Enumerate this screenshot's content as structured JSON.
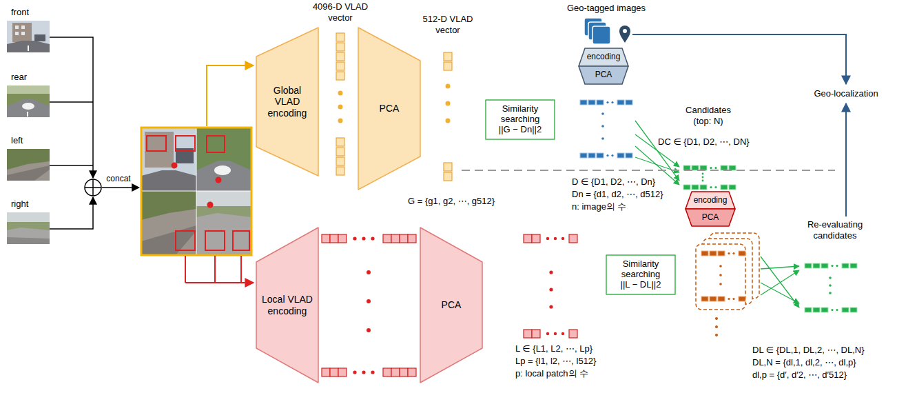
{
  "diagram": {
    "nodes": [
      {
        "text": [
          "Global VLAD encoding"
        ]
      },
      {
        "text": [
          "PCA"
        ]
      },
      {
        "text": [
          "Similarity searching",
          "||G − Dn||2"
        ]
      },
      {
        "text": [
          "encoding"
        ]
      },
      {
        "text": [
          "PCA"
        ]
      },
      {
        "text": [
          "Local VLAD encoding"
        ]
      },
      {
        "text": [
          "PCA"
        ]
      },
      {
        "text": [
          "Similarity searching",
          "||L − DL||2"
        ]
      },
      {
        "text": [
          "encoding"
        ]
      },
      {
        "text": [
          "PCA"
        ]
      }
    ],
    "labels": [
      "front",
      "rear",
      "left",
      "right",
      "concat",
      "4096-D VLAD vector",
      "512-D VLAD vector",
      "G = {g1, g2, ⋯, g512}",
      "Geo-tagged images",
      "D ∈ {D1, D2, ⋯, Dn}",
      "Dn = {d1, d2, ⋯, d512}",
      "n: image의 수",
      "Candidates (top: N)",
      "DC ∈ {D1, D2, ⋯, DN}",
      "Geo-localization",
      "L ∈ {L1, L2, ⋯, Lp}",
      "Lp = {l1, l2, ⋯, l512}",
      "p: local patch의 수",
      "Re-evaluating candidates",
      "DL ∈ {DL,1, DL,2, ⋯, DL,N}",
      "DL,N = {dl,1, dl,2, ⋯, dl,p}",
      "dl,p = {d′, d′2, ⋯, d′512}"
    ]
  }
}
